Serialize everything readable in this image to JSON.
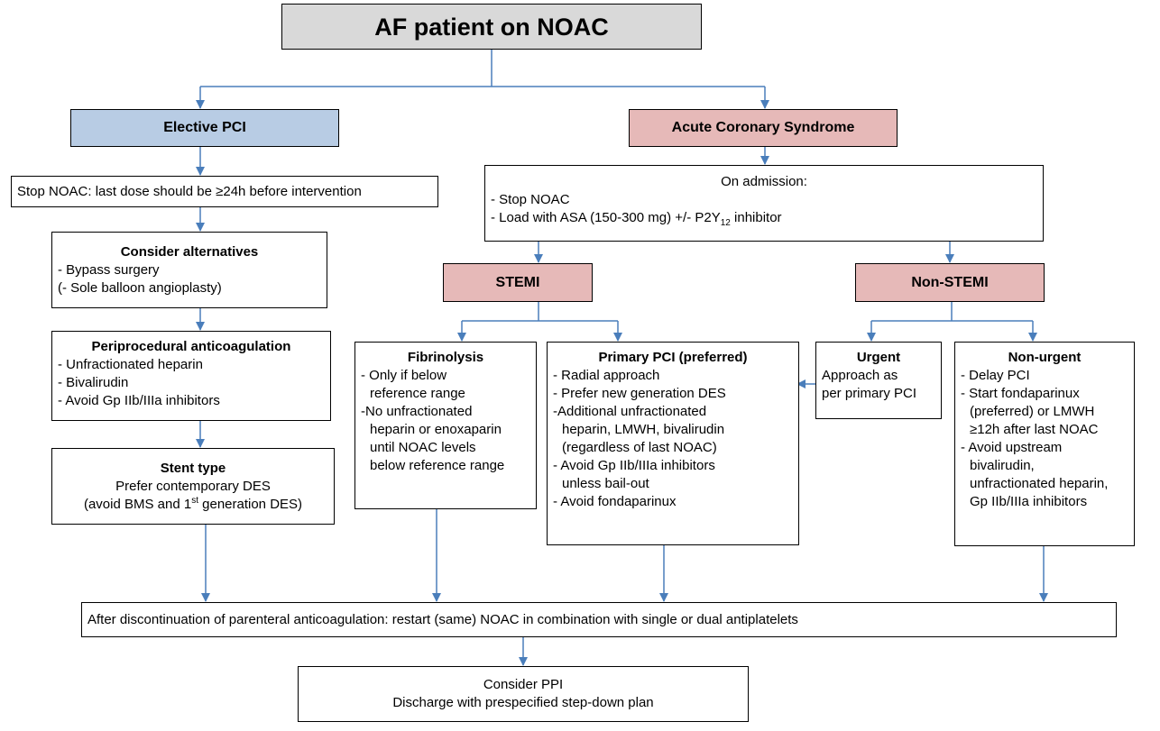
{
  "root": "AF patient on NOAC",
  "elective": {
    "header": "Elective PCI",
    "stop": "Stop NOAC: last dose should be ≥24h before intervention",
    "alternatives": {
      "title": "Consider alternatives",
      "lines": [
        "- Bypass surgery",
        "(- Sole balloon angioplasty)"
      ]
    },
    "periprocedural": {
      "title": "Periprocedural anticoagulation",
      "lines": [
        "- Unfractionated heparin",
        "- Bivalirudin",
        "- Avoid Gp IIb/IIIa inhibitors"
      ]
    },
    "stent": {
      "title": "Stent type",
      "line1": "Prefer contemporary DES",
      "line2_pre": "(avoid BMS and 1",
      "line2_sup": "st",
      "line2_post": " generation DES)"
    }
  },
  "acs": {
    "header": "Acute Coronary Syndrome",
    "admission": {
      "title": "On admission:",
      "line1": "- Stop NOAC",
      "line2_pre": "- Load with ASA (150-300 mg) +/- P2Y",
      "line2_sub": "12",
      "line2_post": " inhibitor"
    },
    "stemi": {
      "header": "STEMI",
      "fibrinolysis": {
        "title": "Fibrinolysis",
        "lines": [
          "- Only if below",
          "reference range",
          "-No unfractionated",
          "heparin or enoxaparin",
          "until NOAC levels",
          "below reference range"
        ]
      },
      "primary": {
        "title": "Primary PCI (preferred)",
        "lines": [
          "- Radial approach",
          "- Prefer new generation DES",
          "-Additional unfractionated",
          "heparin, LMWH, bivalirudin",
          "(regardless of last NOAC)",
          "- Avoid Gp IIb/IIIa inhibitors",
          "unless bail-out",
          "- Avoid fondaparinux"
        ]
      }
    },
    "nstemi": {
      "header": "Non-STEMI",
      "urgent": {
        "title": "Urgent",
        "lines": [
          "Approach as",
          "per primary PCI"
        ]
      },
      "nonurgent": {
        "title": "Non-urgent",
        "lines": [
          "- Delay PCI",
          "- Start fondaparinux",
          "(preferred) or LMWH",
          "≥12h after last NOAC",
          "- Avoid upstream",
          "bivalirudin,",
          "unfractionated heparin,",
          "Gp IIb/IIIa inhibitors"
        ]
      }
    }
  },
  "after": "After discontinuation of parenteral anticoagulation: restart (same) NOAC in combination with single or dual antiplatelets",
  "final": {
    "line1": "Consider PPI",
    "line2": "Discharge with prespecified step-down plan"
  },
  "colors": {
    "connector": "#4a7ebb",
    "root_fill": "#d9d9d9",
    "elective_fill": "#b8cce4",
    "acs_fill": "#e6b9b8"
  }
}
